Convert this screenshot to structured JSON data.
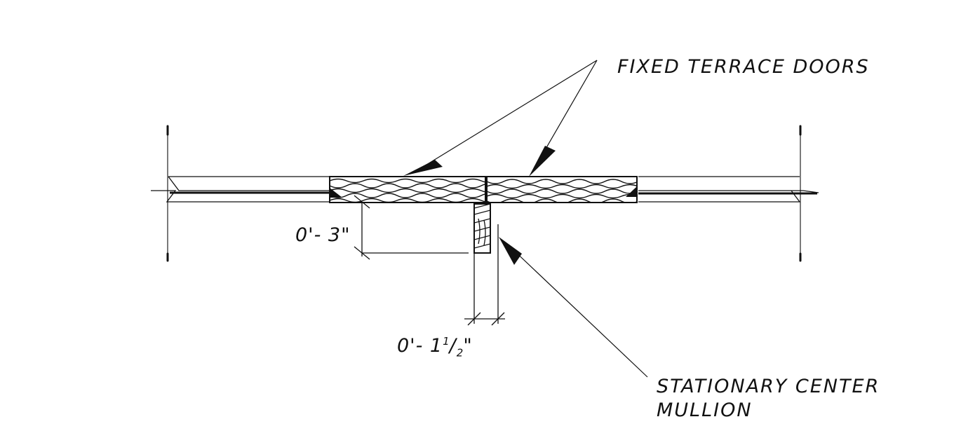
{
  "labels": {
    "fixed_terrace_doors": "FIXED TERRACE DOORS",
    "mullion_line1": "STATIONARY CENTER",
    "mullion_line2": "MULLION"
  },
  "dimensions": {
    "depth": "0'- 3\"",
    "width_prefix": "0'- 1",
    "width_num": "1",
    "width_den": "2",
    "width_suffix": "\""
  },
  "colors": {
    "ink": "#111111",
    "background": "#ffffff"
  }
}
